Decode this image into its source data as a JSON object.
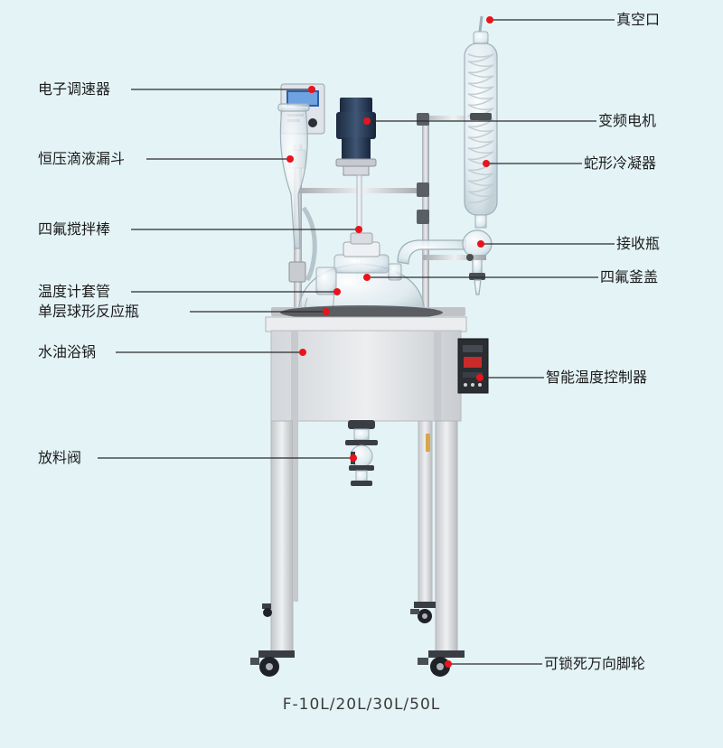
{
  "labels": {
    "vacuum_port": "真空口",
    "speed_controller": "电子调速器",
    "vfd_motor": "变频电机",
    "funnel": "恒压滴液漏斗",
    "coil_condenser": "蛇形冷凝器",
    "ptfe_stirrer": "四氟搅拌棒",
    "receiver_flask": "接收瓶",
    "ptfe_lid": "四氟釜盖",
    "thermo_tube": "温度计套管",
    "flask": "单层球形反应瓶",
    "bath": "水油浴锅",
    "temp_controller": "智能温度控制器",
    "valve": "放料阀",
    "casters": "可锁死万向脚轮"
  },
  "model": "F-10L/20L/30L/50L",
  "colors": {
    "background": "#e4f3f6",
    "callout_dot": "#e8141c",
    "callout_line": "#2b2b2b"
  }
}
